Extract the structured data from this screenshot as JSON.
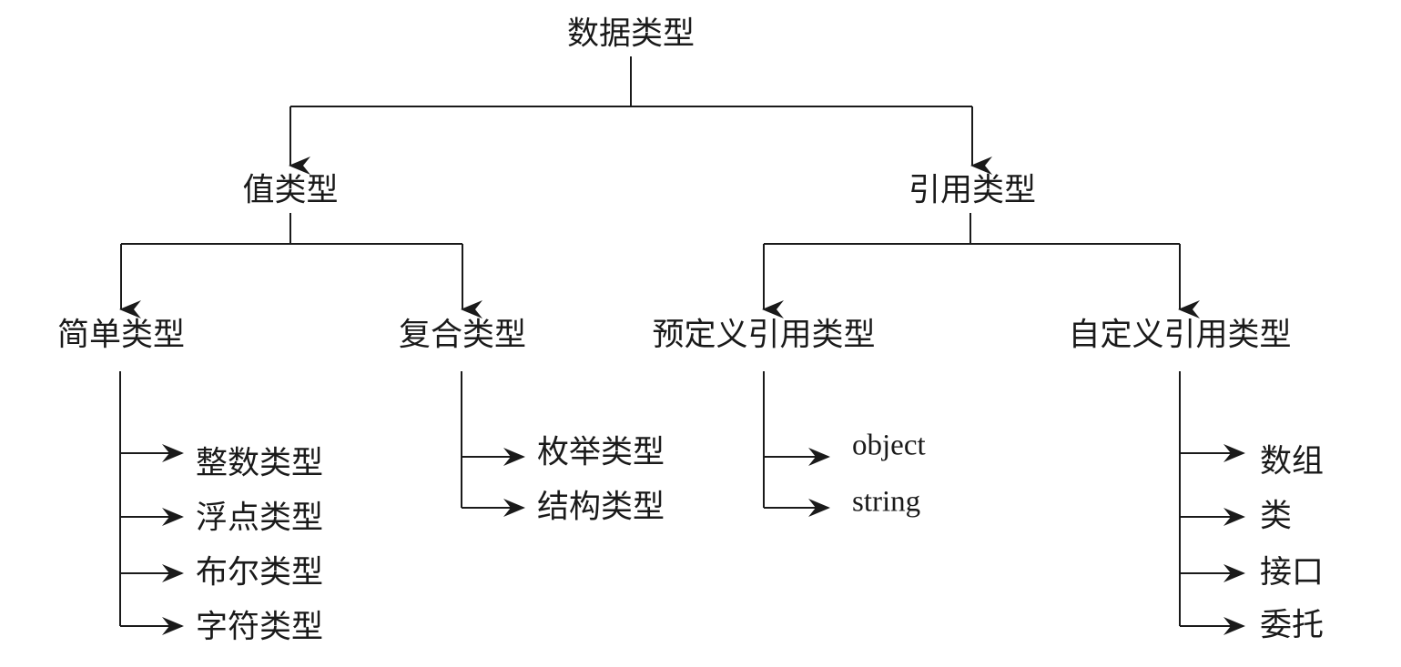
{
  "diagram": {
    "root": "数据类型",
    "value_types": {
      "label": "值类型",
      "simple": {
        "label": "简单类型",
        "items": [
          "整数类型",
          "浮点类型",
          "布尔类型",
          "字符类型"
        ]
      },
      "compound": {
        "label": "复合类型",
        "items": [
          "枚举类型",
          "结构类型"
        ]
      }
    },
    "reference_types": {
      "label": "引用类型",
      "predefined": {
        "label": "预定义引用类型",
        "items": [
          "object",
          "string"
        ]
      },
      "custom": {
        "label": "自定义引用类型",
        "items": [
          "数组",
          "类",
          "接口",
          "委托"
        ]
      }
    }
  },
  "style": {
    "line_color": "#1a1a1a",
    "text_color": "#1a1a1a"
  }
}
